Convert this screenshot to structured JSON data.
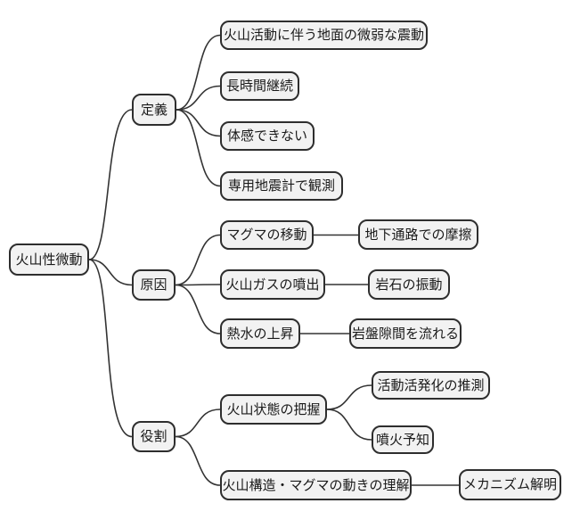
{
  "diagram": {
    "type": "mindmap",
    "root": {
      "label": "火山性微動"
    },
    "branches": [
      {
        "label": "定義",
        "children": [
          {
            "label": "火山活動に伴う地面の微弱な震動"
          },
          {
            "label": "長時間継続"
          },
          {
            "label": "体感できない"
          },
          {
            "label": "専用地震計で観測"
          }
        ]
      },
      {
        "label": "原因",
        "children": [
          {
            "label": "マグマの移動",
            "children": [
              {
                "label": "地下通路での摩擦"
              }
            ]
          },
          {
            "label": "火山ガスの噴出",
            "children": [
              {
                "label": "岩石の振動"
              }
            ]
          },
          {
            "label": "熱水の上昇",
            "children": [
              {
                "label": "岩盤隙間を流れる"
              }
            ]
          }
        ]
      },
      {
        "label": "役割",
        "children": [
          {
            "label": "火山状態の把握",
            "children": [
              {
                "label": "活動活発化の推測"
              },
              {
                "label": "噴火予知"
              }
            ]
          },
          {
            "label": "火山構造・マグマの動きの理解",
            "children": [
              {
                "label": "メカニズム解明"
              }
            ]
          }
        ]
      }
    ]
  },
  "colors": {
    "background": "#ffffff",
    "node_fill": "#f2f2f2",
    "node_border": "#2e2e2e",
    "edge": "#333333",
    "text": "#1a1a1a"
  }
}
